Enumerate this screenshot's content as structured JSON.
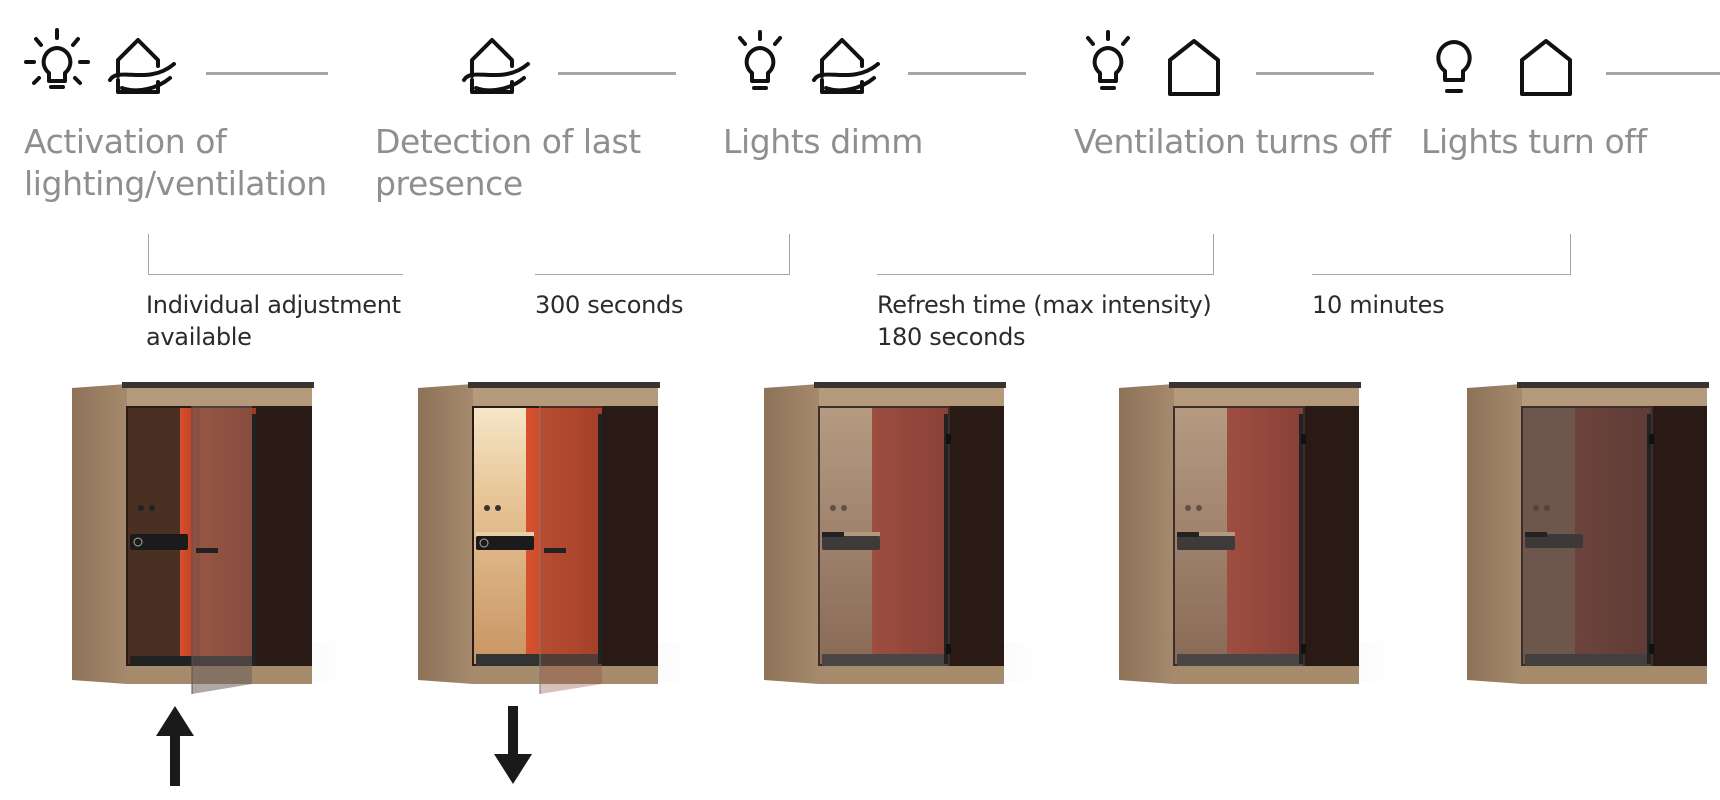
{
  "stages": [
    {
      "title_line1": "Activation of",
      "title_line2": "lighting/ventilation",
      "icons": [
        "light-on-icon",
        "house-ventilation-icon"
      ]
    },
    {
      "title_line1": "Detection of last",
      "title_line2": "presence",
      "icons": [
        "house-ventilation-icon"
      ]
    },
    {
      "title_line1": "Lights dimm",
      "title_line2": "",
      "icons": [
        "light-dim-icon",
        "house-ventilation-icon"
      ]
    },
    {
      "title_line1": "Ventilation turns off",
      "title_line2": "",
      "icons": [
        "light-dim-icon",
        "house-icon"
      ]
    },
    {
      "title_line1": "Lights turn off",
      "title_line2": "",
      "icons": [
        "light-off-icon",
        "house-icon"
      ]
    }
  ],
  "intervals": [
    {
      "line1": "Individual adjustment",
      "line2": "available"
    },
    {
      "line1": "300 seconds",
      "line2": ""
    },
    {
      "line1": "Refresh time (max intensity)",
      "line2": "180 seconds"
    },
    {
      "line1": "10 minutes",
      "line2": ""
    }
  ],
  "booths": [
    {
      "state": "door open, lights on",
      "lighting": 1.0
    },
    {
      "state": "door open, lights on",
      "lighting": 1.0
    },
    {
      "state": "door closed, lights dimmed",
      "lighting": 0.5
    },
    {
      "state": "door closed, lights dimmed",
      "lighting": 0.5
    },
    {
      "state": "door closed, lights off",
      "lighting": 0.0
    }
  ],
  "arrows": [
    {
      "direction": "up",
      "meaning": "enter"
    },
    {
      "direction": "down",
      "meaning": "exit"
    }
  ],
  "colors": {
    "text_gray": "#8f8f8f",
    "note_text": "#2b2b2b",
    "line_gray": "#a6a6a6",
    "icon_black": "#111111",
    "wood": "#a58a6e",
    "interior_red": "#b83a22"
  }
}
